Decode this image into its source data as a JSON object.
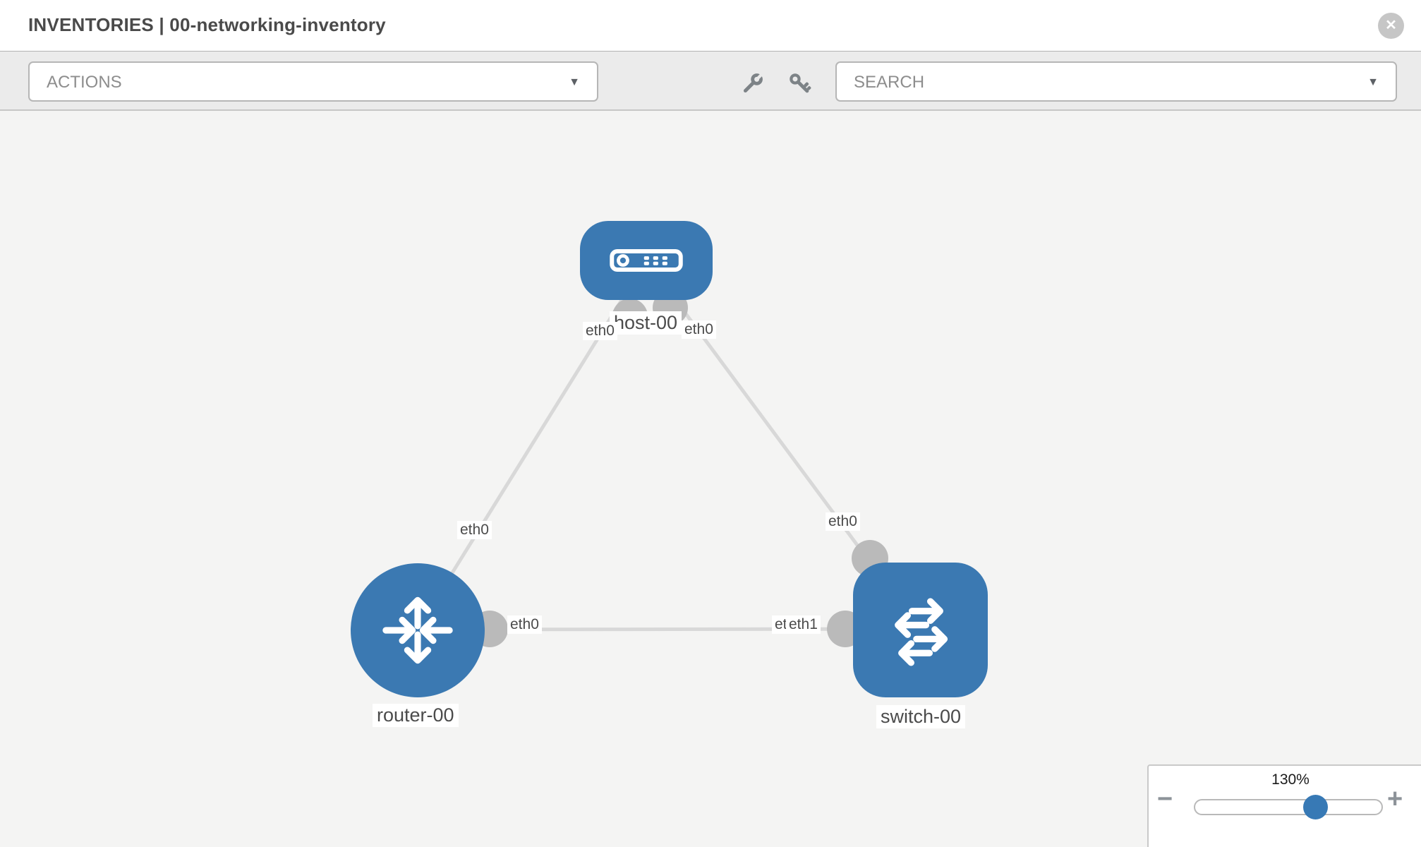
{
  "header": {
    "title": "INVENTORIES | 00-networking-inventory",
    "close_label": "✕"
  },
  "toolbar": {
    "actions_label": "ACTIONS",
    "actions_caret": "▼",
    "search_label": "SEARCH",
    "search_caret": "▼"
  },
  "topology": {
    "nodes": [
      {
        "label": "host-00",
        "type": "host"
      },
      {
        "label": "router-00",
        "type": "router"
      },
      {
        "label": "switch-00",
        "type": "switch"
      }
    ],
    "links": [
      {
        "source": "host-00",
        "target": "router-00",
        "source_interface": "eth0",
        "target_interface": "eth0"
      },
      {
        "source": "host-00",
        "target": "switch-00",
        "source_interface": "eth0",
        "target_interface": "eth0"
      },
      {
        "source": "router-00",
        "target": "switch-00",
        "source_interface": "eth0",
        "target_interface": "eth1",
        "occluded_interface": "eth0"
      }
    ],
    "interface_labels": {
      "host_eth0_to_router": "eth0",
      "host_eth0_to_switch": "eth0",
      "router_eth0_to_host": "eth0",
      "router_eth0_to_switch": "eth0",
      "switch_eth0_to_host": "eth0",
      "switch_eth0_occluded": "eth0",
      "switch_eth1_to_router": "eth1"
    }
  },
  "zoom_control": {
    "value": "130%",
    "decrease_label": "−",
    "increase_label": "+"
  },
  "colors": {
    "node_blue": "#3b79b2",
    "link_gray": "#d8d8d8",
    "connector_gray": "#bababa",
    "slider_thumb_blue": "#3779b5",
    "toolbar_bg": "#ebebeb",
    "canvas_bg": "#f4f4f3"
  }
}
